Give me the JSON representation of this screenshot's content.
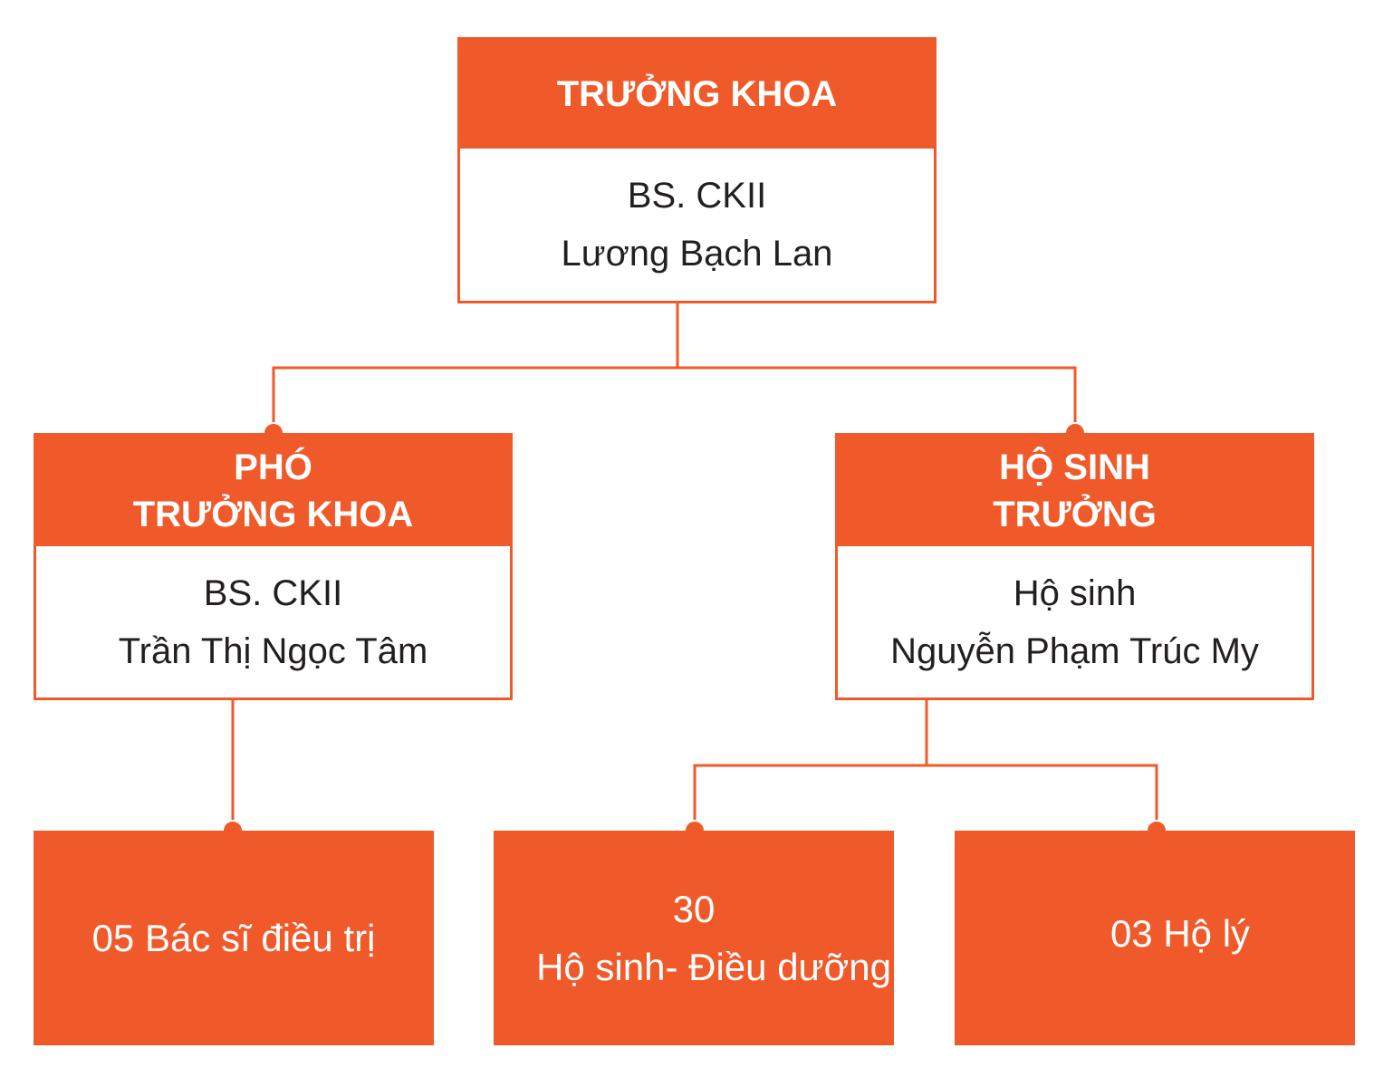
{
  "colors": {
    "accent": "#F05A2A",
    "text": "#231F20",
    "background": "#FFFFFF"
  },
  "root": {
    "title": "TRƯỞNG KHOA",
    "line1": "BS. CKII",
    "line2": "Lương Bạch Lan"
  },
  "deputy": {
    "title_line1": "PHÓ",
    "title_line2": "TRƯỞNG KHOA",
    "line1": "BS. CKII",
    "line2": "Trần Thị Ngọc Tâm"
  },
  "head_midwife": {
    "title_line1": "HỘ SINH",
    "title_line2": "TRƯỞNG",
    "line1": "Hộ sinh",
    "line2": "Nguyễn Phạm Trúc My"
  },
  "staff": {
    "doctors": "05 Bác sĩ điều trị",
    "midwives_count": "30",
    "midwives_label": "Hộ sinh- Điều dưỡng",
    "orderlies": "03 Hộ lý"
  }
}
